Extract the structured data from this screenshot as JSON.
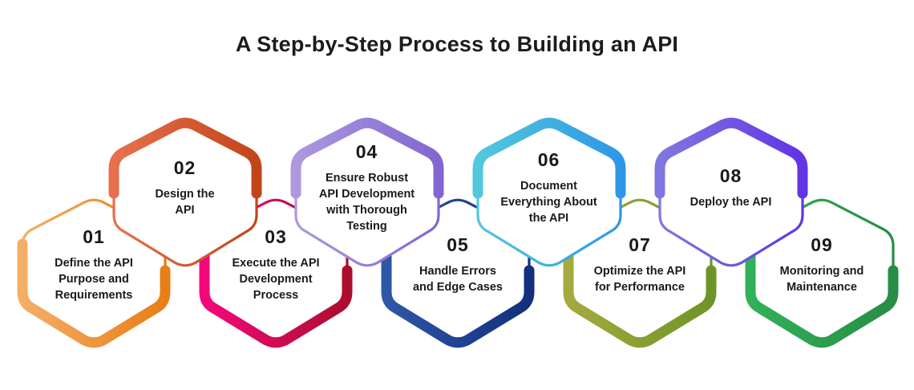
{
  "title": "A Step-by-Step Process to Building an API",
  "colors": {
    "background": "#ffffff",
    "title_text": "#1c1c1c",
    "step_text": "#1a1a1a",
    "hexagon_fill": "#ffffff"
  },
  "steps": [
    {
      "number": "01",
      "label": "Define the API Purpose and Requirements",
      "lines": [
        "Define the API",
        "Purpose and",
        "Requirements"
      ],
      "row": "lower",
      "gradient": [
        "#F4AE66",
        "#E87E16"
      ]
    },
    {
      "number": "02",
      "label": "Design the API",
      "lines": [
        "Design the",
        "API"
      ],
      "row": "upper",
      "gradient": [
        "#E8704E",
        "#C2451A"
      ]
    },
    {
      "number": "03",
      "label": "Execute the API Development Process",
      "lines": [
        "Execute the API",
        "Development",
        "Process"
      ],
      "row": "lower",
      "gradient": [
        "#F5077C",
        "#AC0D2D"
      ]
    },
    {
      "number": "04",
      "label": "Ensure Robust API Development with Thorough Testing",
      "lines": [
        "Ensure Robust",
        "API Development",
        "with Thorough",
        "Testing"
      ],
      "row": "upper",
      "gradient": [
        "#AC99DE",
        "#8266D2"
      ]
    },
    {
      "number": "05",
      "label": "Handle Errors and Edge Cases",
      "lines": [
        "Handle Errors",
        "and Edge Cases"
      ],
      "row": "lower",
      "gradient": [
        "#2E57A6",
        "#132F7D"
      ]
    },
    {
      "number": "06",
      "label": "Document Everything About the API",
      "lines": [
        "Document",
        "Everything About",
        "the API"
      ],
      "row": "upper",
      "gradient": [
        "#52C8DB",
        "#2D97E6"
      ]
    },
    {
      "number": "07",
      "label": "Optimize the API for Performance",
      "lines": [
        "Optimize the API",
        "for Performance"
      ],
      "row": "lower",
      "gradient": [
        "#A4AA3E",
        "#6E9427"
      ]
    },
    {
      "number": "08",
      "label": "Deploy the API",
      "lines": [
        "Deploy the API"
      ],
      "row": "upper",
      "gradient": [
        "#8077E0",
        "#6134E4"
      ]
    },
    {
      "number": "09",
      "label": "Monitoring and Maintenance",
      "lines": [
        "Monitoring and",
        "Maintenance"
      ],
      "row": "lower",
      "gradient": [
        "#32B158",
        "#278D45"
      ]
    }
  ]
}
